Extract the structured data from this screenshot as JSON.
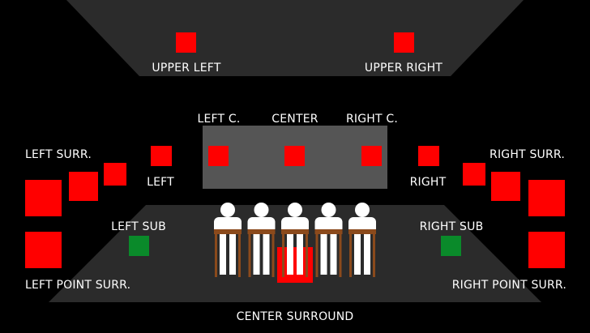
{
  "colors": {
    "background": "#000000",
    "ceiling": "#2b2b2b",
    "floor": "#2b2b2b",
    "screen": "#555555",
    "speaker": "#ff0000",
    "subwoofer": "#0a8a2a",
    "text": "#ffffff",
    "chair_wood": "#8b4a1c",
    "person": "#ffffff"
  },
  "labels": {
    "upper_left": "UPPER LEFT",
    "upper_right": "UPPER RIGHT",
    "left_c": "LEFT C.",
    "center": "CENTER",
    "right_c": "RIGHT C.",
    "left_surr": "LEFT SURR.",
    "right_surr": "RIGHT SURR.",
    "left": "LEFT",
    "right": "RIGHT",
    "left_sub": "LEFT SUB",
    "right_sub": "RIGHT SUB",
    "left_point_surr": "LEFT POINT SURR.",
    "right_point_surr": "RIGHT POINT SURR.",
    "center_surround": "CENTER SURROUND"
  },
  "icons": {
    "speaker": "speaker-icon",
    "subwoofer": "subwoofer-icon",
    "listener": "seated-person-icon"
  },
  "audience": {
    "seat_count": 5
  }
}
